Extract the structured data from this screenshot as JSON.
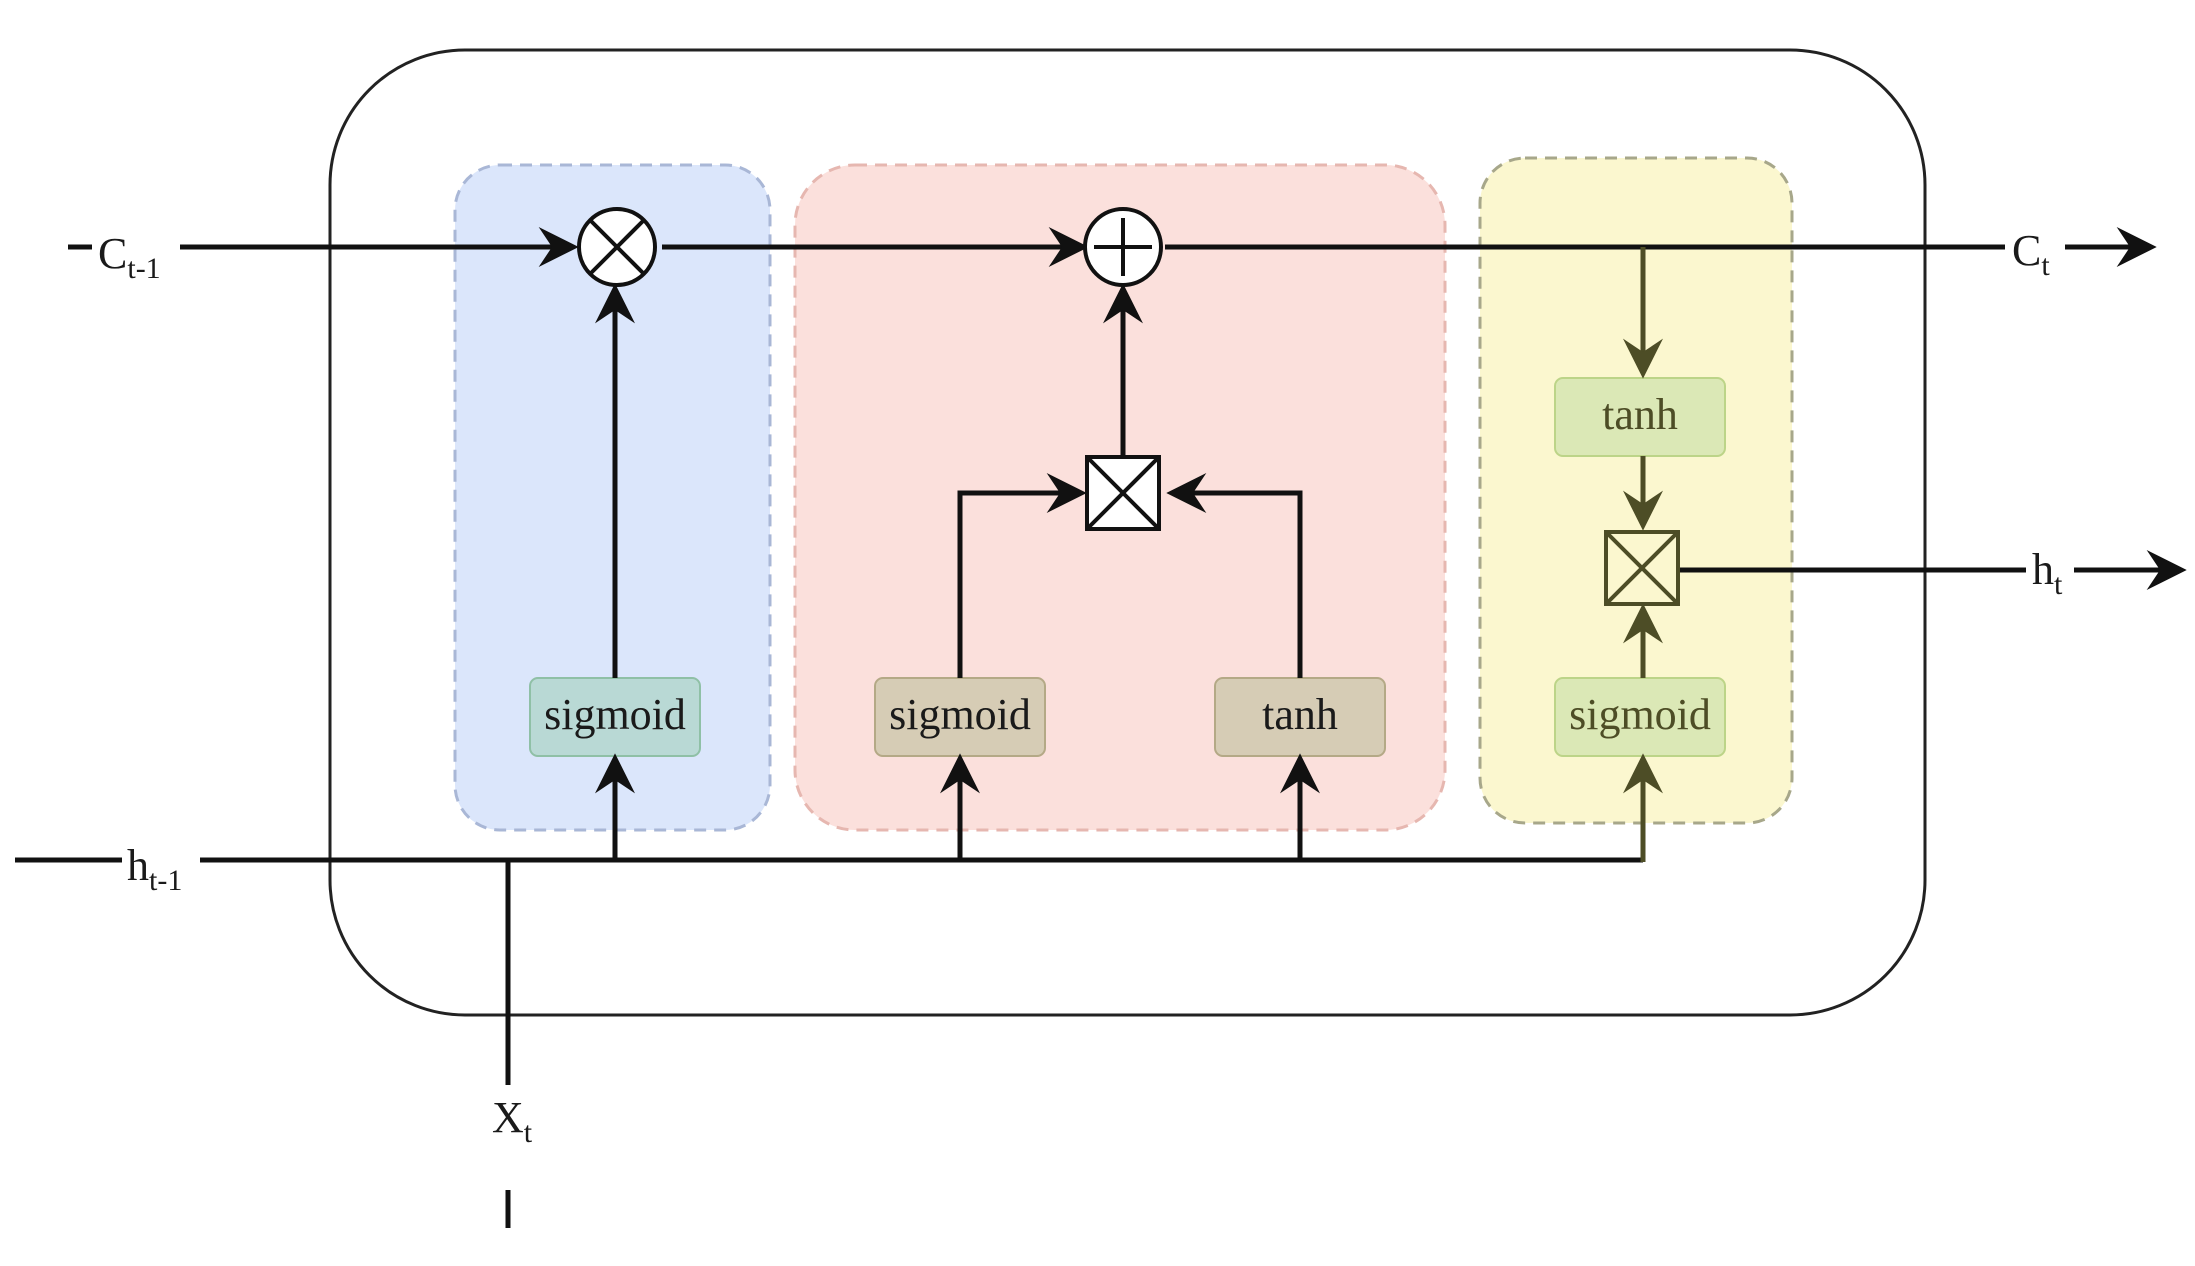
{
  "labels": {
    "c_prev": "C",
    "c_prev_sub": "t-1",
    "c_next": "C",
    "c_next_sub": "t",
    "h_prev": "h",
    "h_prev_sub": "t-1",
    "h_next": "h",
    "h_next_sub": "t",
    "x": "X",
    "x_sub": "t"
  },
  "gates": {
    "forget": {
      "activation": "sigmoid",
      "operator": "multiply-circle",
      "color": "#dbe6fb"
    },
    "input": {
      "activation_1": "sigmoid",
      "activation_2": "tanh",
      "combine": "multiply-box",
      "operator": "add-circle",
      "color": "#fbe0dc"
    },
    "output": {
      "state_activation": "tanh",
      "activation": "sigmoid",
      "combine": "multiply-box",
      "color": "#fbf7cf"
    }
  },
  "colors": {
    "line": "#111111",
    "line_output": "#4d4d26",
    "cell_border": "#222222",
    "box_forget": "#b9d9d5",
    "box_input": "#d6ccb5",
    "box_output": "#dbe8b6"
  }
}
